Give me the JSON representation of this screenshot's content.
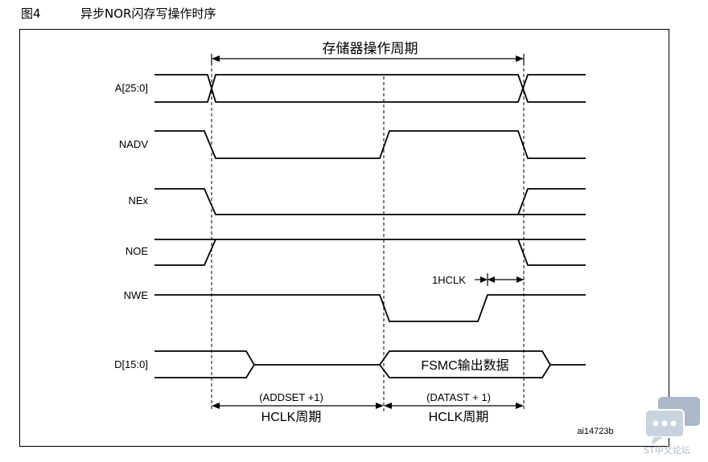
{
  "figure": {
    "number": "图4",
    "title": "异步NOR闪存写操作时序",
    "id": "ai14723b"
  },
  "timing": {
    "cycle_label": "存储器操作周期",
    "signals": {
      "addr": "A[25:0]",
      "nadv": "NADV",
      "nex": "NEx",
      "noe": "NOE",
      "nwe": "NWE",
      "data": "D[15:0]"
    },
    "data_label": "FSMC输出数据",
    "hclk_note": "1HCLK",
    "addset_top": "(ADDSET +1)",
    "addset_bottom": "HCLK周期",
    "datast_top": "(DATAST + 1)",
    "datast_bottom": "HCLK周期"
  },
  "watermark": {
    "text": "ST中文论坛",
    "color": "#aab8c8"
  }
}
